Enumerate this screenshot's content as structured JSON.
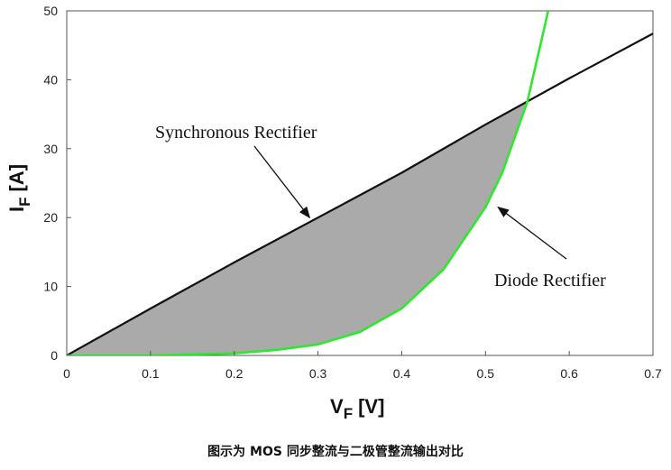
{
  "caption": "图示为 MOS 同步整流与二极管整流输出对比",
  "chart_data": {
    "type": "line",
    "xlabel_main": "V",
    "xlabel_sub": "F",
    "xlabel_unit": "[V]",
    "ylabel_main": "I",
    "ylabel_sub": "F",
    "ylabel_unit": "[A]",
    "xlim": [
      0,
      0.7
    ],
    "ylim": [
      0,
      50
    ],
    "xticks": [
      "0",
      "0.1",
      "0.2",
      "0.3",
      "0.4",
      "0.5",
      "0.6",
      "0.7"
    ],
    "yticks": [
      "0",
      "10",
      "20",
      "30",
      "40",
      "50"
    ],
    "grid": false,
    "fill_between_series": true,
    "fill_color": "#aaaaaa",
    "series": [
      {
        "name": "Synchronous Rectifier",
        "color": "#111111",
        "x": [
          0,
          0.1,
          0.2,
          0.3,
          0.4,
          0.5,
          0.6,
          0.7
        ],
        "y": [
          0,
          6.8,
          13.5,
          20,
          26.5,
          33.5,
          40.2,
          46.7
        ]
      },
      {
        "name": "Diode Rectifier",
        "color": "#2ee82e",
        "x": [
          0,
          0.1,
          0.2,
          0.25,
          0.3,
          0.35,
          0.4,
          0.45,
          0.5,
          0.52,
          0.55,
          0.575
        ],
        "y": [
          0,
          0,
          0.3,
          0.8,
          1.6,
          3.4,
          6.8,
          12.5,
          21.5,
          26.5,
          36.8,
          50
        ]
      }
    ],
    "annotations": [
      {
        "text": "Synchronous Rectifier",
        "arrow_to_x": 0.29,
        "arrow_to_y": 20
      },
      {
        "text": "Diode Rectifier",
        "arrow_to_x": 0.515,
        "arrow_to_y": 21.5
      }
    ]
  }
}
